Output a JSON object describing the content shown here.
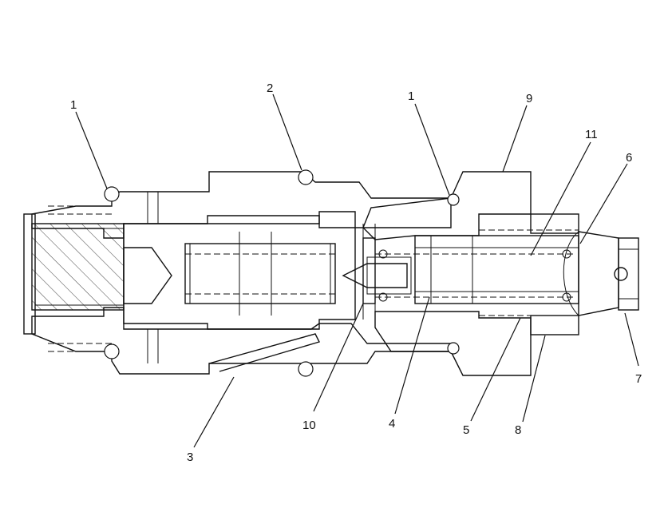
{
  "diagram": {
    "type": "cross-section",
    "hatch_color": "#111111",
    "background": "#ffffff"
  },
  "callouts": [
    {
      "id": "c1a",
      "label": "1"
    },
    {
      "id": "c2",
      "label": "2"
    },
    {
      "id": "c1b",
      "label": "1"
    },
    {
      "id": "c9",
      "label": "9"
    },
    {
      "id": "c11",
      "label": "11"
    },
    {
      "id": "c6",
      "label": "6"
    },
    {
      "id": "c7",
      "label": "7"
    },
    {
      "id": "c8",
      "label": "8"
    },
    {
      "id": "c5",
      "label": "5"
    },
    {
      "id": "c4",
      "label": "4"
    },
    {
      "id": "c10",
      "label": "10"
    },
    {
      "id": "c3",
      "label": "3"
    }
  ]
}
